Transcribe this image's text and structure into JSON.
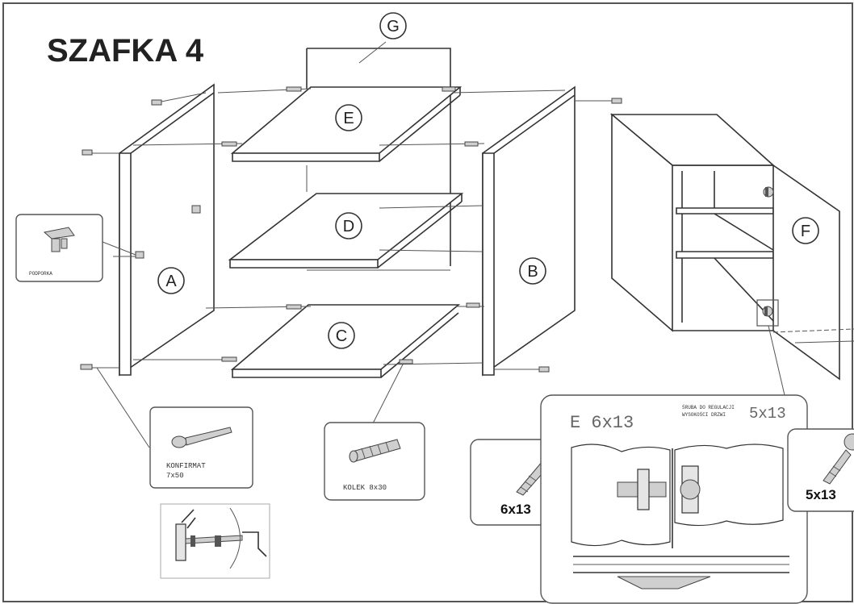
{
  "title": "SZAFKA 4",
  "parts": {
    "a": "A",
    "b": "B",
    "c": "C",
    "d": "D",
    "e": "E",
    "f": "F",
    "g": "G"
  },
  "fittings": {
    "podporka": "PODPORKA",
    "konfirmat": [
      "KONFIRMAT",
      "7x50"
    ],
    "kolek": "KOLEK 8x30",
    "screw_6x13": "6x13",
    "screw_5x13": "5x13"
  },
  "hinge_detail": {
    "left_code": "E 6x13",
    "note": [
      "ŚRUBA DO REGULACJI",
      "WYSOKOŚCI DRZWI"
    ],
    "right_code": "5x13"
  },
  "colors": {
    "ink": "#333333",
    "panel_fill": "#ffffff",
    "hardware_fill": "#cfcfcf",
    "frame": "#555555"
  }
}
